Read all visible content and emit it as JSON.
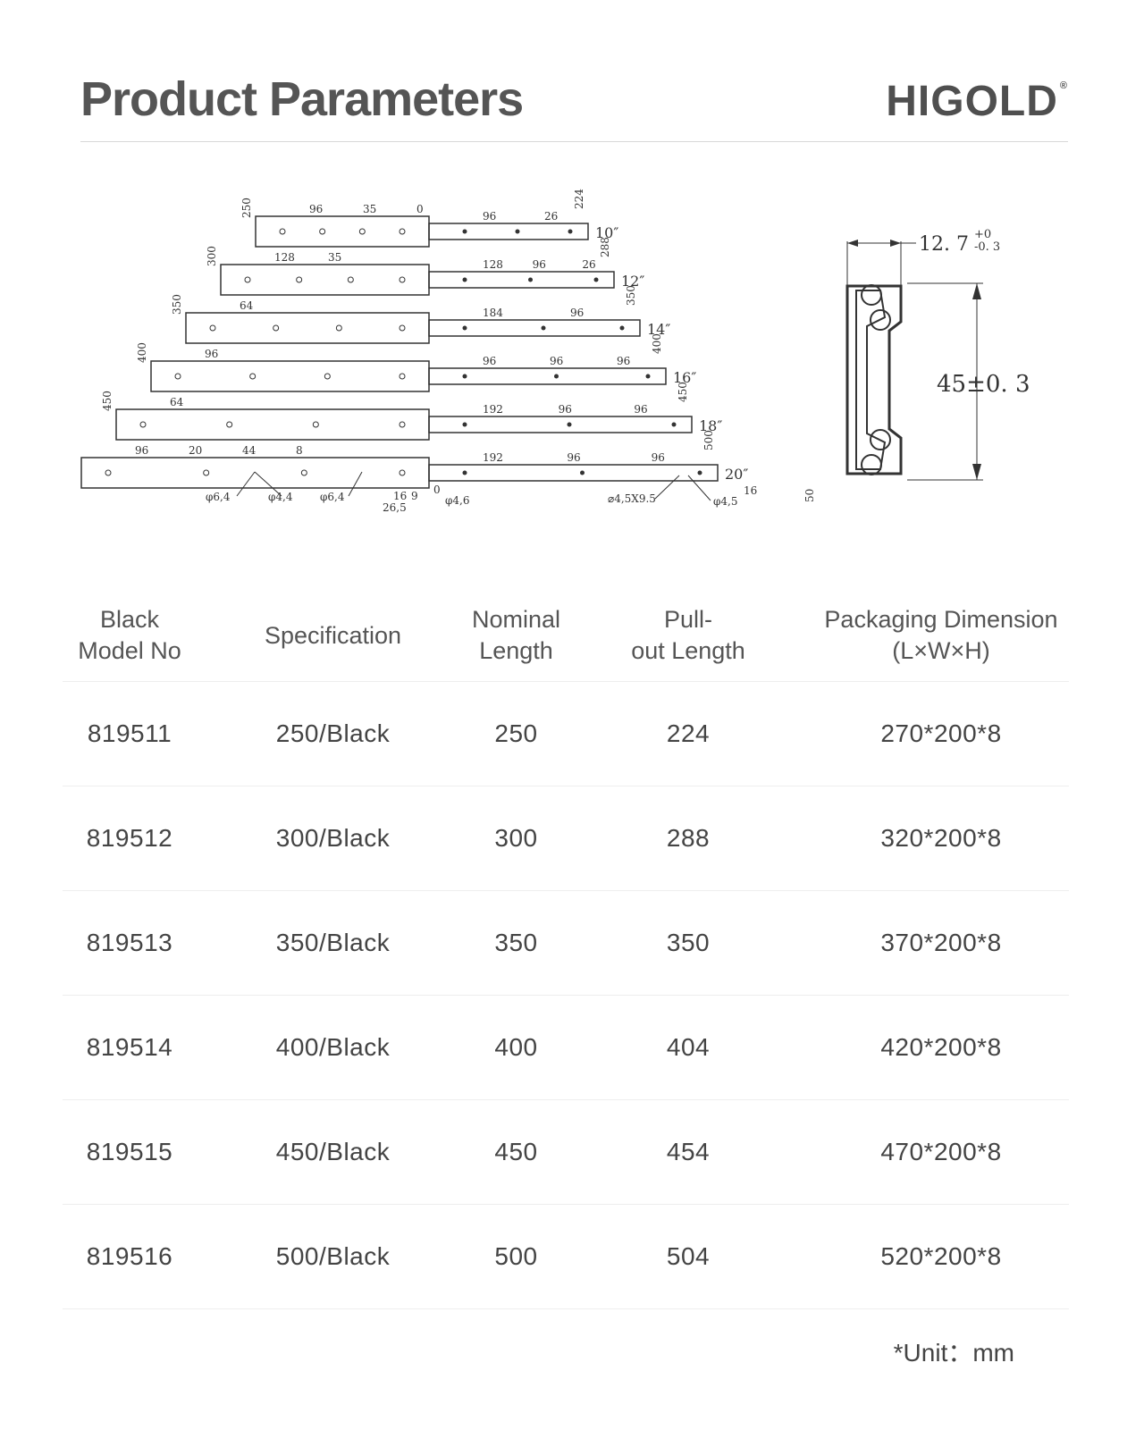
{
  "header": {
    "title": "Product Parameters",
    "brand": "HIGOLD",
    "brand_mark": "®"
  },
  "drawing": {
    "slides": [
      {
        "length": "250",
        "inch": "10″",
        "pullout": "224",
        "upper_dims": [
          "96",
          "35",
          "0"
        ],
        "lower_dims": [
          "96",
          "26"
        ]
      },
      {
        "length": "300",
        "inch": "12″",
        "pullout": "288",
        "upper_dims": [
          "128",
          "35"
        ],
        "lower_dims": [
          "128",
          "96",
          "26"
        ]
      },
      {
        "length": "350",
        "inch": "14″",
        "pullout": "350",
        "upper_dims": [
          "64"
        ],
        "lower_dims": [
          "184",
          "96"
        ]
      },
      {
        "length": "400",
        "inch": "16″",
        "pullout": "400",
        "upper_dims": [
          "96"
        ],
        "lower_dims": [
          "96",
          "96",
          "96"
        ]
      },
      {
        "length": "450",
        "inch": "18″",
        "pullout": "450",
        "upper_dims": [
          "64"
        ],
        "lower_dims": [
          "192",
          "96",
          "96"
        ]
      },
      {
        "length": "500",
        "inch": "20″",
        "pullout": "500",
        "upper_dims": [
          "96",
          "20",
          "44",
          "8"
        ],
        "lower_dims": [
          "192",
          "96",
          "96"
        ]
      }
    ],
    "callouts": [
      "φ6,4",
      "φ4,4",
      "φ6,4",
      "16",
      "9",
      "26,5",
      "0",
      "φ4,6",
      "⌀4,5X9.5",
      "φ4,5",
      "16",
      "50"
    ],
    "profile": {
      "width": "12. 7",
      "tol_plus": "+0",
      "tol_minus": "-0. 3",
      "height": "45±0. 3"
    }
  },
  "table": {
    "headers": [
      "Black\nModel No",
      "Specification",
      "Nominal\nLength",
      "Pull-\nout Length",
      "Packaging Dimension\n(L×W×H)"
    ],
    "rows": [
      [
        "819511",
        "250/Black",
        "250",
        "224",
        "270*200*8"
      ],
      [
        "819512",
        "300/Black",
        "300",
        "288",
        "320*200*8"
      ],
      [
        "819513",
        "350/Black",
        "350",
        "350",
        "370*200*8"
      ],
      [
        "819514",
        "400/Black",
        "400",
        "404",
        "420*200*8"
      ],
      [
        "819515",
        "450/Black",
        "450",
        "454",
        "470*200*8"
      ],
      [
        "819516",
        "500/Black",
        "500",
        "504",
        "520*200*8"
      ]
    ]
  },
  "footnote": "*Unit：mm"
}
